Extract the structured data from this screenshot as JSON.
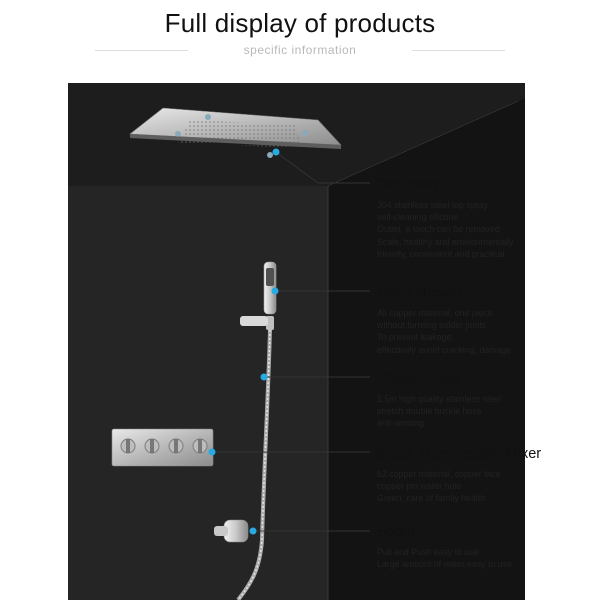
{
  "header": {
    "title": "Full display of products",
    "subtitle": "specific information"
  },
  "callouts": [
    {
      "title": "Top spray",
      "lines": [
        "304 stainless steel top spray",
        "self-cleaning silicone",
        "Outlet, a touch can be removed",
        "Scale, healthy and environmentally",
        "friendly, convenient and practical"
      ]
    },
    {
      "title": "Hand shower",
      "lines": [
        "All copper material, one piece",
        "without forming solder joints",
        "To prevent leakage,",
        "effectively avoid cracking, damage"
      ]
    },
    {
      "title": "Shower hose",
      "lines": [
        "1.5m high quality stainless steel",
        "stretch double buckle hose",
        "anti-winding"
      ]
    },
    {
      "title": "Brass Thermostatic Mixer",
      "lines": [
        "62 copper material, copper face",
        "copper pin water hole",
        "Green, care of family health"
      ]
    },
    {
      "title": "Spout",
      "lines": [
        "Pull and Push easy to use",
        "Large amount of water,easy to use"
      ]
    }
  ],
  "colors": {
    "wall": "#262626",
    "side_wall": "#131313",
    "marker": "#27a9e1",
    "leader": "#333333"
  }
}
